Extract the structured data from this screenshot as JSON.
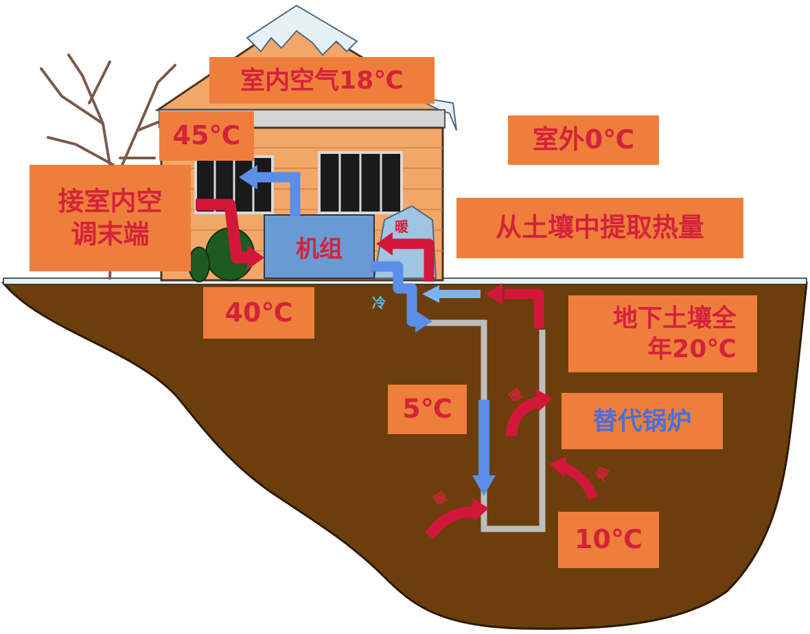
{
  "labels": {
    "indoor_air": "室内空气18℃",
    "outdoor": "室外0℃",
    "supply_temp": "45℃",
    "return_temp": "40℃",
    "terminal_line1": "接室内空",
    "terminal_line2": "调末端",
    "unit": "机组",
    "extract_heat": "从土壤中提取热量",
    "soil_line1": "地下土壤全",
    "soil_line2": "年20℃",
    "loop_cold_temp": "5℃",
    "loop_warm_temp": "10℃",
    "replace_boiler": "替代锅炉"
  },
  "markers": {
    "warm": "暖",
    "cold": "冷"
  },
  "colors": {
    "label_bg": "#ef7e3c",
    "label_text": "#d4223b",
    "soil": "#6b3e0b",
    "cold_arrow": "#5b8ee6",
    "warm_arrow": "#d3173b",
    "unit_box": "#6a9ad3"
  }
}
